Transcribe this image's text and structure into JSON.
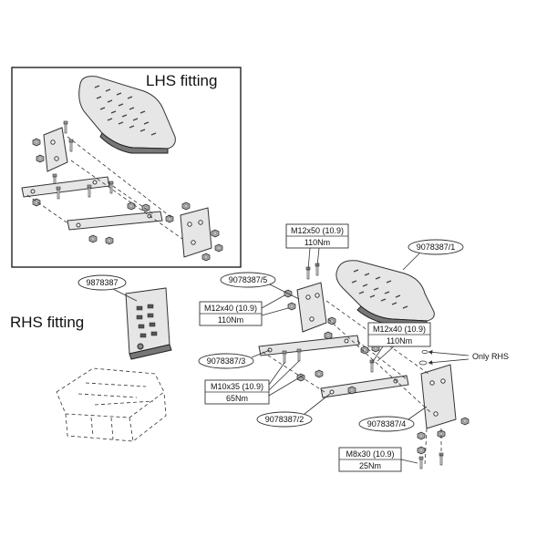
{
  "headings": {
    "lhs": "LHS fitting",
    "rhs": "RHS fitting"
  },
  "callouts": {
    "step_ref": "9078387/1",
    "kit_ref": "9878387",
    "bracket_top": "9078387/5",
    "arm_upper": "9078387/3",
    "arm_lower": "9078387/2",
    "bracket_side": "9078387/4"
  },
  "fasteners": {
    "m12x50": {
      "size": "M12x50 (10.9)",
      "torque": "110Nm"
    },
    "m12x40_a": {
      "size": "M12x40 (10.9)",
      "torque": "110Nm"
    },
    "m12x40_b": {
      "size": "M12x40 (10.9)",
      "torque": "110Nm"
    },
    "m10x35": {
      "size": "M10x35 (10.9)",
      "torque": "65Nm"
    },
    "m8x30": {
      "size": "M8x30 (10.9)",
      "torque": "25Nm"
    }
  },
  "note": {
    "only_rhs": "Only RHS"
  }
}
